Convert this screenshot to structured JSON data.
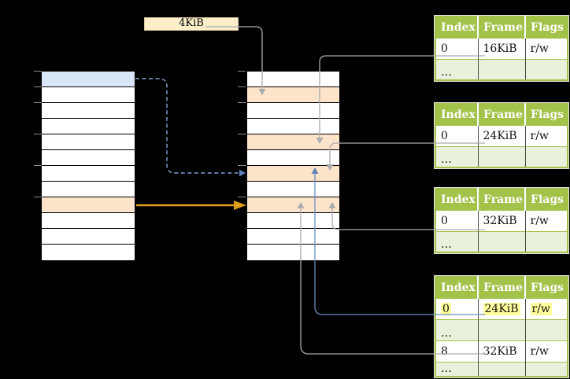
{
  "diagram": {
    "page_size_label": "4KiB",
    "columns": {
      "left": {
        "label": "virtual-memory-column",
        "cells": [
          "blue",
          "white",
          "white",
          "white",
          "white",
          "white",
          "white",
          "white",
          "peach",
          "white",
          "white",
          "white"
        ]
      },
      "mid": {
        "label": "physical-memory-column",
        "cells": [
          "white",
          "peach",
          "white",
          "white",
          "peach",
          "white",
          "peach",
          "white",
          "peach",
          "white",
          "white",
          "white"
        ]
      }
    },
    "tables": [
      {
        "headers": [
          "Index",
          "Frame",
          "Flags"
        ],
        "rows": [
          {
            "cells": [
              "0",
              "16KiB",
              "r/w"
            ]
          },
          {
            "variant": "dots",
            "cells": [
              "…",
              "",
              ""
            ]
          }
        ]
      },
      {
        "headers": [
          "Index",
          "Frame",
          "Flags"
        ],
        "rows": [
          {
            "cells": [
              "0",
              "24KiB",
              "r/w"
            ]
          },
          {
            "variant": "dots",
            "cells": [
              "…",
              "",
              ""
            ]
          }
        ]
      },
      {
        "headers": [
          "Index",
          "Frame",
          "Flags"
        ],
        "rows": [
          {
            "cells": [
              "0",
              "32KiB",
              "r/w"
            ]
          },
          {
            "variant": "dots",
            "cells": [
              "…",
              "",
              ""
            ]
          }
        ]
      },
      {
        "headers": [
          "Index",
          "Frame",
          "Flags"
        ],
        "rows": [
          {
            "cells": [
              "0",
              "24KiB",
              "r/w"
            ],
            "highlighted": true
          },
          {
            "variant": "dots",
            "cells": [
              "…",
              "",
              ""
            ]
          },
          {
            "cells": [
              "8",
              "32KiB",
              "r/w"
            ]
          },
          {
            "variant": "dots",
            "cells": [
              "…",
              "",
              ""
            ]
          }
        ]
      }
    ],
    "colors": {
      "table_header_green": "#A3C24A",
      "table_row_light_green": "#E9F0DB",
      "cell_peach": "#FCE4CB",
      "cell_blue": "#D9E6F8",
      "label_cream": "#FCEDCB",
      "highlight_yellow": "#FEFE9A",
      "arrow_orange": "#DC9E1F",
      "arrow_blue": "#6D8EC4",
      "arrow_blue_dashed": "#82A4D6",
      "arrow_gray": "#ABABAB"
    }
  }
}
